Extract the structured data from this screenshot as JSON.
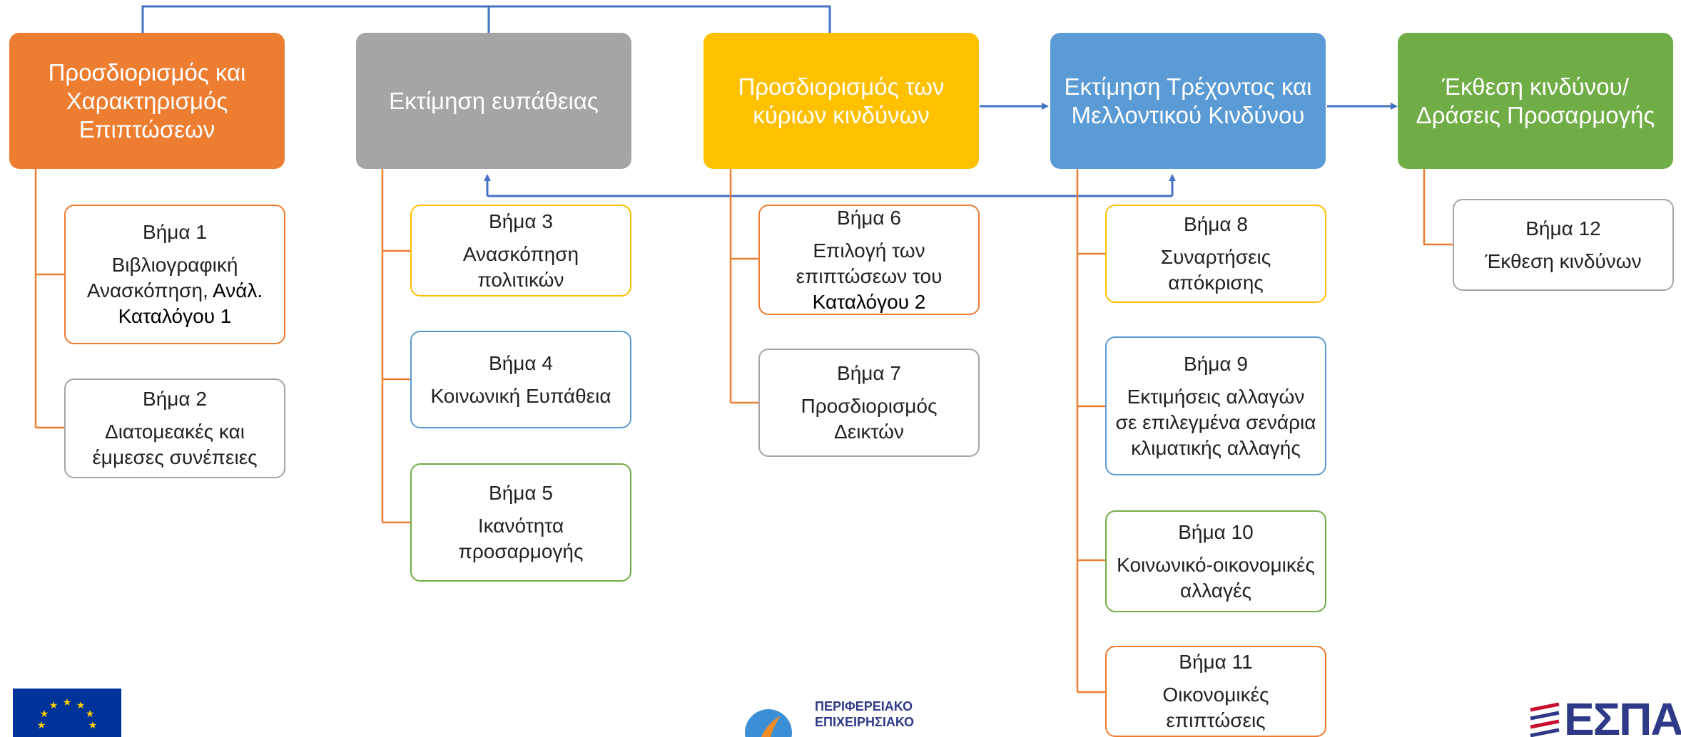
{
  "colors": {
    "orange": "#ED7D31",
    "gray": "#A5A5A5",
    "yellow": "#FFC000",
    "blue": "#5B9BD5",
    "green": "#70AD47",
    "arrow": "#4472C4"
  },
  "phases": [
    {
      "label": "Προσδιορισμός και Χαρακτηρισμός Επιπτώσεων",
      "color": "#ED7D31"
    },
    {
      "label": "Εκτίμηση ευπάθειας",
      "color": "#A5A5A5"
    },
    {
      "label": "Προσδιορισμός των κύριων κινδύνων",
      "color": "#FFC000"
    },
    {
      "label": "Εκτίμηση Τρέχοντος και Μελλοντικού Κινδύνου",
      "color": "#5B9BD5"
    },
    {
      "label": "Έκθεση κινδύνου/Δράσεις Προσαρμογής",
      "color": "#70AD47"
    }
  ],
  "steps": {
    "s1": {
      "title": "Βήμα 1",
      "desc": "Βιβλιογραφική Ανασκόπηση,",
      "bold": "Ανάλ. Καταλόγου 1"
    },
    "s2": {
      "title": "Βήμα 2",
      "desc": "Διατομεακές και έμμεσες συνέπειες"
    },
    "s3": {
      "title": "Βήμα 3",
      "desc": "Ανασκόπηση πολιτικών"
    },
    "s4": {
      "title": "Βήμα 4",
      "desc": "Κοινωνική Ευπάθεια"
    },
    "s5": {
      "title": "Βήμα 5",
      "desc": "Ικανότητα προσαρμογής"
    },
    "s6": {
      "title": "Βήμα 6",
      "desc": "Επιλογή των επιπτώσεων του",
      "bold": "Καταλόγου 2"
    },
    "s7": {
      "title": "Βήμα 7",
      "desc": "Προσδιορισμός Δεικτών"
    },
    "s8": {
      "title": "Βήμα  8",
      "desc": "Συναρτήσεις απόκρισης"
    },
    "s9": {
      "title": "Βήμα 9",
      "desc": "Εκτιμήσεις αλλαγών σε επιλεγμένα σενάρια κλιματικής αλλαγής"
    },
    "s10": {
      "title": "Βήμα 10",
      "desc": "Κοινωνικό-οικονομικές αλλαγές"
    },
    "s11": {
      "title": "Βήμα 11",
      "desc": "Οικονομικές επιπτώσεις"
    },
    "s12": {
      "title": "Βήμα 12",
      "desc": "Έκθεση κινδύνων"
    }
  },
  "logos": {
    "center_line1": "ΠΕΡΙΦΕΡΕΙΑΚΟ",
    "center_line2": "ΕΠΙΧΕΙΡΗΣΙΑΚΟ",
    "right_text": "ΕΣΠΑ"
  }
}
